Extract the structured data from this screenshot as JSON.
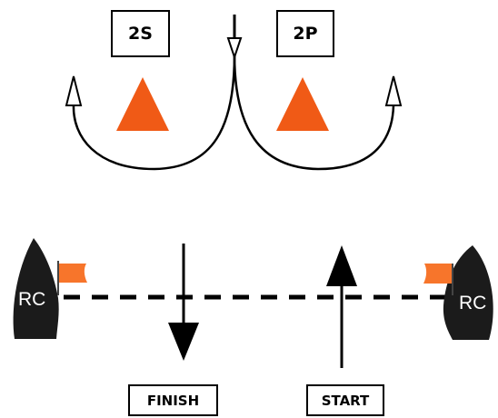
{
  "gates": {
    "starboard_label": "2S",
    "port_label": "2P"
  },
  "line": {
    "finish_label": "FINISH",
    "start_label": "START"
  },
  "committee_boats": {
    "left_label": "RC",
    "right_label": "RC"
  },
  "colors": {
    "mark": "#f05a16",
    "flag": "#f7752b",
    "boat": "#1b1b1b",
    "ink": "#000000"
  }
}
